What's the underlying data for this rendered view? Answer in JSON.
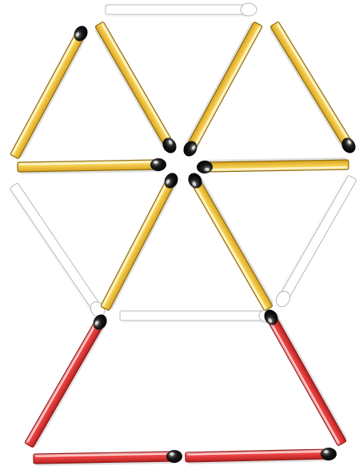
{
  "puzzle": {
    "colors": {
      "yellow_body": "#f5c33b",
      "yellow_edge": "#8a6a10",
      "red_body": "#e83b3b",
      "red_edge": "#8e1a1a",
      "ghost_body": "#ffffff",
      "ghost_edge": "#b8b8b8",
      "head": "#111111"
    },
    "matches": [
      {
        "id": "top-left-outer",
        "color": "yellow",
        "moveable": true
      },
      {
        "id": "top-left-inner",
        "color": "yellow",
        "moveable": true
      },
      {
        "id": "top-left-base",
        "color": "yellow",
        "moveable": true
      },
      {
        "id": "top-right-inner",
        "color": "yellow",
        "moveable": true
      },
      {
        "id": "top-right-outer",
        "color": "yellow",
        "moveable": true
      },
      {
        "id": "top-right-base",
        "color": "yellow",
        "moveable": true
      },
      {
        "id": "center-left",
        "color": "yellow",
        "moveable": true
      },
      {
        "id": "center-right",
        "color": "yellow",
        "moveable": true
      },
      {
        "id": "bottom-left",
        "color": "red",
        "moveable": true
      },
      {
        "id": "bottom-right",
        "color": "red",
        "moveable": true
      },
      {
        "id": "bottom-base-left",
        "color": "red",
        "moveable": true
      },
      {
        "id": "bottom-base-right",
        "color": "red",
        "moveable": true
      }
    ],
    "ghost_slots": [
      {
        "id": "ghost-top"
      },
      {
        "id": "ghost-left"
      },
      {
        "id": "ghost-right"
      },
      {
        "id": "ghost-middle"
      }
    ]
  }
}
